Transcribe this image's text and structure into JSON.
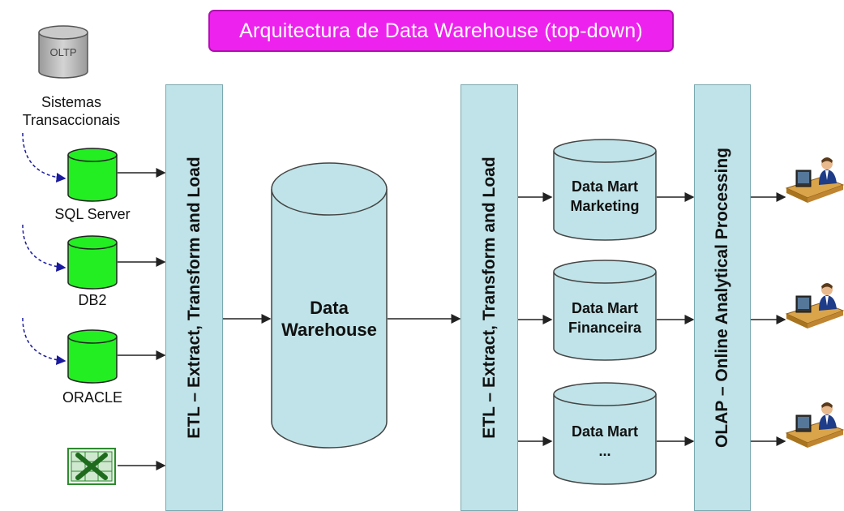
{
  "title": "Arquitectura de Data Warehouse (top-down)",
  "oltp_label": "OLTP",
  "sistemas_label": [
    "Sistemas",
    "Transaccionais"
  ],
  "sources": [
    "SQL Server",
    "DB2",
    "ORACLE"
  ],
  "etl_label": "ETL – Extract, Transform and Load",
  "warehouse_label": [
    "Data",
    "Warehouse"
  ],
  "data_marts": [
    {
      "line1": "Data Mart",
      "line2": "Marketing"
    },
    {
      "line1": "Data Mart",
      "line2": "Financeira"
    },
    {
      "line1": "Data Mart",
      "line2": "..."
    }
  ],
  "olap_label": "OLAP – Online Analytical Processing",
  "colors": {
    "title_bg": "#ee22ee",
    "band": "#bfe3e8",
    "db_green": "#22ee22",
    "excel_green": "#2e8b2e"
  }
}
